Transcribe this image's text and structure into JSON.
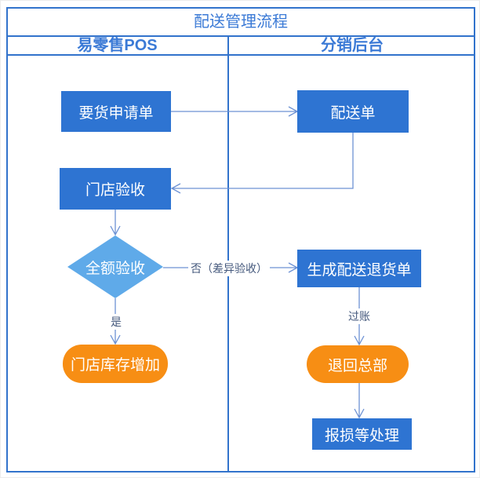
{
  "header": {
    "title": "配送管理流程"
  },
  "lanes": {
    "left": {
      "label": "易零售POS"
    },
    "right": {
      "label": "分销后台"
    }
  },
  "nodes": {
    "request": {
      "label": "要货申请单",
      "shape": "process"
    },
    "delivery": {
      "label": "配送单",
      "shape": "process"
    },
    "store_accept": {
      "label": "门店验收",
      "shape": "process"
    },
    "full_accept": {
      "label": "全额验收",
      "shape": "decision"
    },
    "return_order": {
      "label": "生成配送退货单",
      "shape": "process"
    },
    "inventory_increase": {
      "label": "门店库存增加",
      "shape": "terminal"
    },
    "return_hq": {
      "label": "退回总部",
      "shape": "terminal"
    },
    "loss_handling": {
      "label": "报损等处理",
      "shape": "process"
    }
  },
  "edge_labels": {
    "no_diff": "否（差异验收）",
    "yes": "是",
    "posting": "过账"
  },
  "colors": {
    "frame_blue": "#3273cc",
    "process_blue": "#2e74d2",
    "decision_blue": "#5faae9",
    "terminal_orange": "#f78e14",
    "connector_blue": "#6d92d4",
    "title_text": "#3b7ad6",
    "edge_label_text": "#44587c"
  }
}
